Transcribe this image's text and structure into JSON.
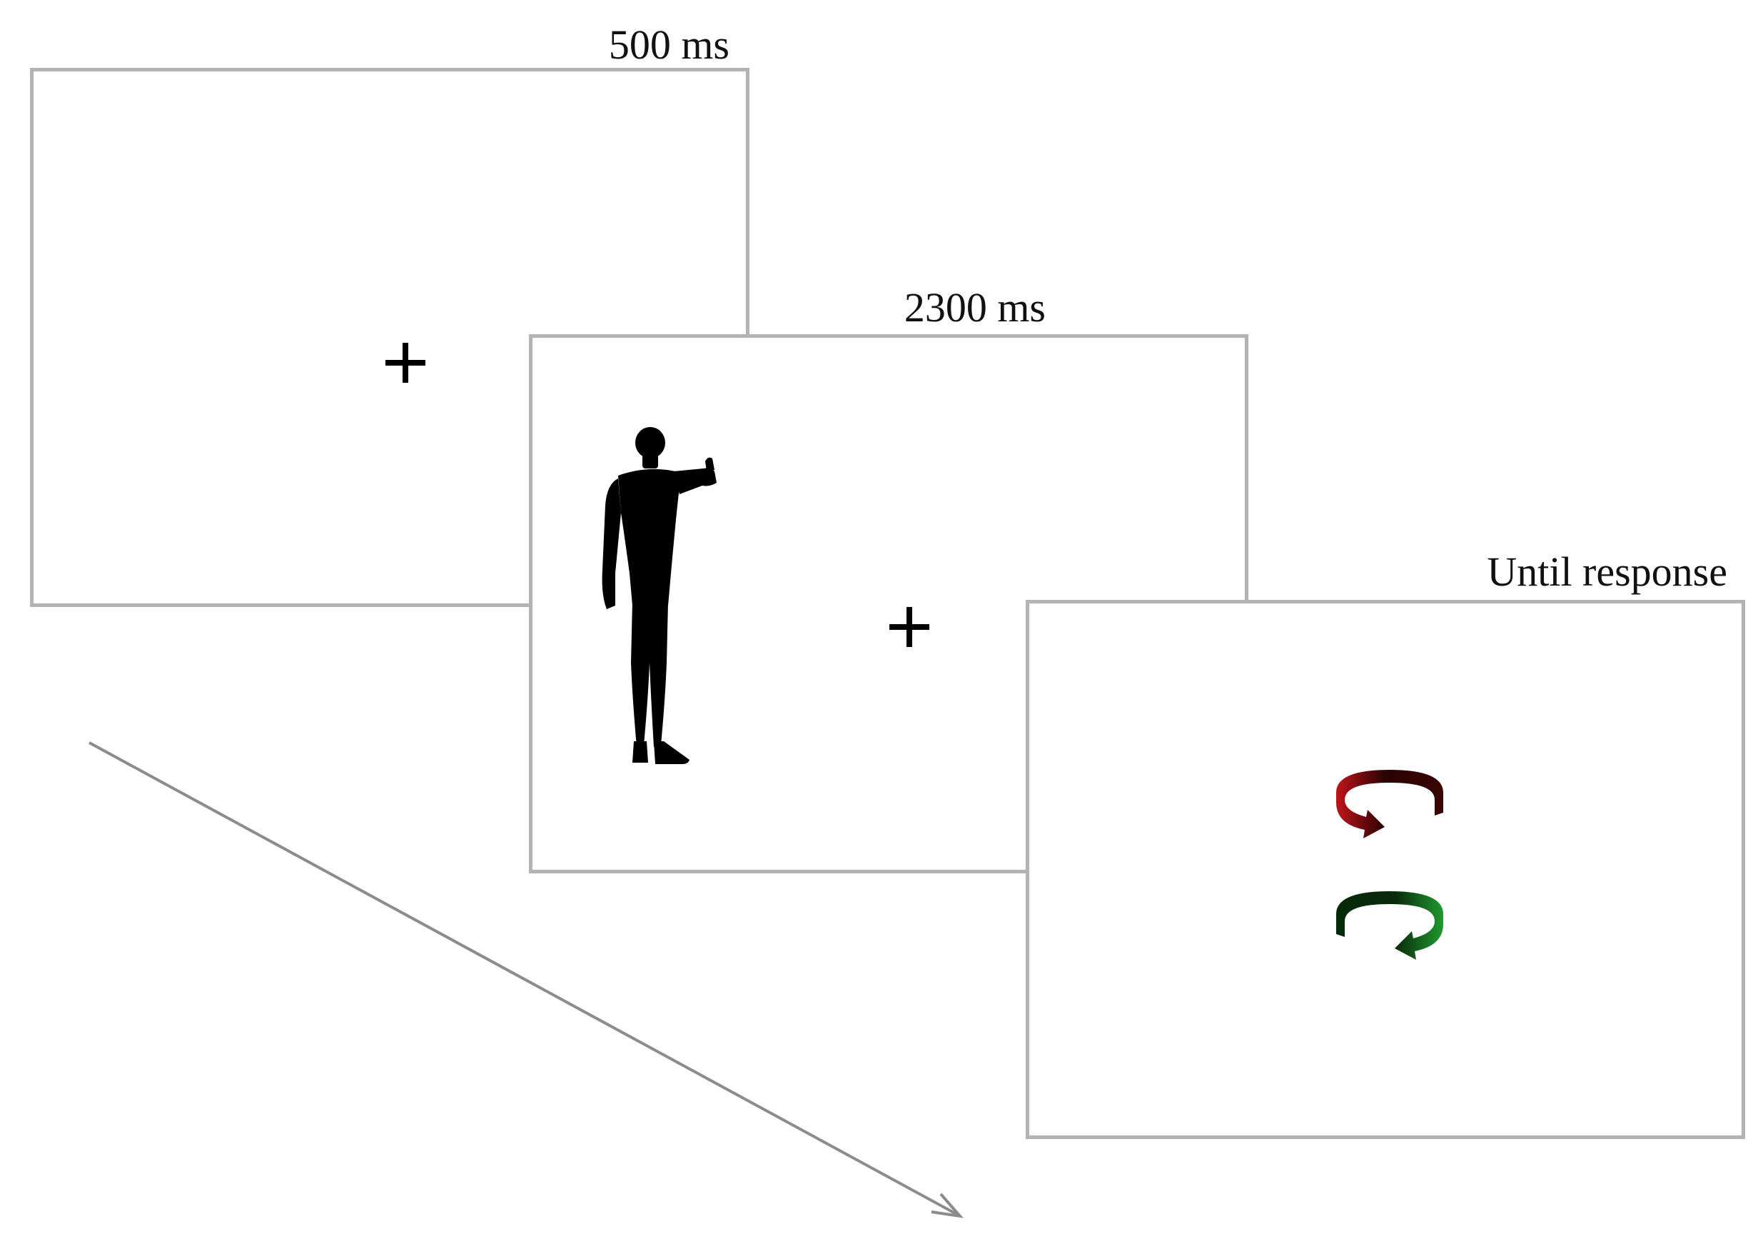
{
  "figure": {
    "screens": [
      {
        "timing": "500 ms",
        "content": "fixation-cross"
      },
      {
        "timing": "2300 ms",
        "content": "body-silhouette-and-fixation-cross"
      },
      {
        "timing": "Until response",
        "content": "rotation-arrows"
      }
    ],
    "icons": {
      "fixation": "plus-icon",
      "cue": "human-silhouette-icon",
      "response_top": "clockwise-arrow-icon",
      "response_bottom": "counterclockwise-arrow-icon",
      "time": "time-arrow-icon"
    },
    "colors": {
      "frame_border": "#b3b3b3",
      "cross": "#000000",
      "silhouette": "#000000",
      "clockwise_arrow": "#c0141a",
      "counterclockwise_arrow": "#1e9a2e",
      "time_arrow": "#8c8c8c"
    }
  }
}
